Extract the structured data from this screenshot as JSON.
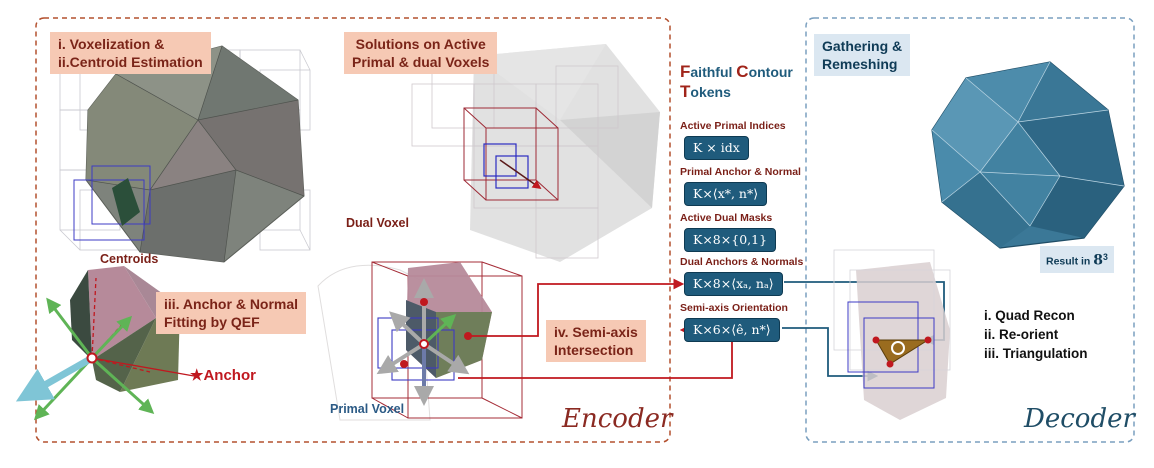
{
  "encoder": {
    "title": "Encoder",
    "voxelization": {
      "line1": "i. Voxelization &",
      "line2": "ii.Centroid Estimation"
    },
    "solutions": {
      "line1": "Solutions on Active",
      "line2": "Primal & dual Voxels"
    },
    "anchor_fitting": {
      "line1": "iii. Anchor & Normal",
      "line2": "Fitting by QEF"
    },
    "semi_axis": {
      "line1": "iv. Semi-axis",
      "line2": "Intersection"
    },
    "labels": {
      "centroids": "Centroids",
      "anchor": "★Anchor",
      "dual_voxel": "Dual Voxel",
      "primal_voxel": "Primal Voxel"
    }
  },
  "tokens": {
    "title": {
      "f": "F",
      "aithful": "aithful ",
      "c": "C",
      "ontour": "ontour",
      "t": "T",
      "okens": "okens"
    },
    "items": [
      {
        "label": "Active Primal Indices",
        "value": "K × idx"
      },
      {
        "label": "Primal Anchor & Normal",
        "value": "K×⟨x*, n*⟩"
      },
      {
        "label": "Active Dual Masks",
        "value": "K×8×{0,1}"
      },
      {
        "label": "Dual Anchors & Normals",
        "value": "K×8×⟨xₐ, nₐ⟩"
      },
      {
        "label": "Semi-axis Orientation",
        "value": "K×6×⟨ê, n*⟩"
      }
    ]
  },
  "decoder": {
    "title": "Decoder",
    "gathering": {
      "line1": "Gathering &",
      "line2": "Remeshing"
    },
    "result": {
      "prefix": "Result in ",
      "base": "8",
      "exp": "3"
    },
    "steps": [
      "i.  Quad Recon",
      "ii.  Re-orient",
      "iii. Triangulation"
    ]
  },
  "colors": {
    "encoder_border": "#b3502e",
    "decoder_border": "#7a9fbf",
    "token_fill": "#1f5b7c",
    "accent_red": "#b8161e",
    "icosahedron": "#3b7897"
  }
}
